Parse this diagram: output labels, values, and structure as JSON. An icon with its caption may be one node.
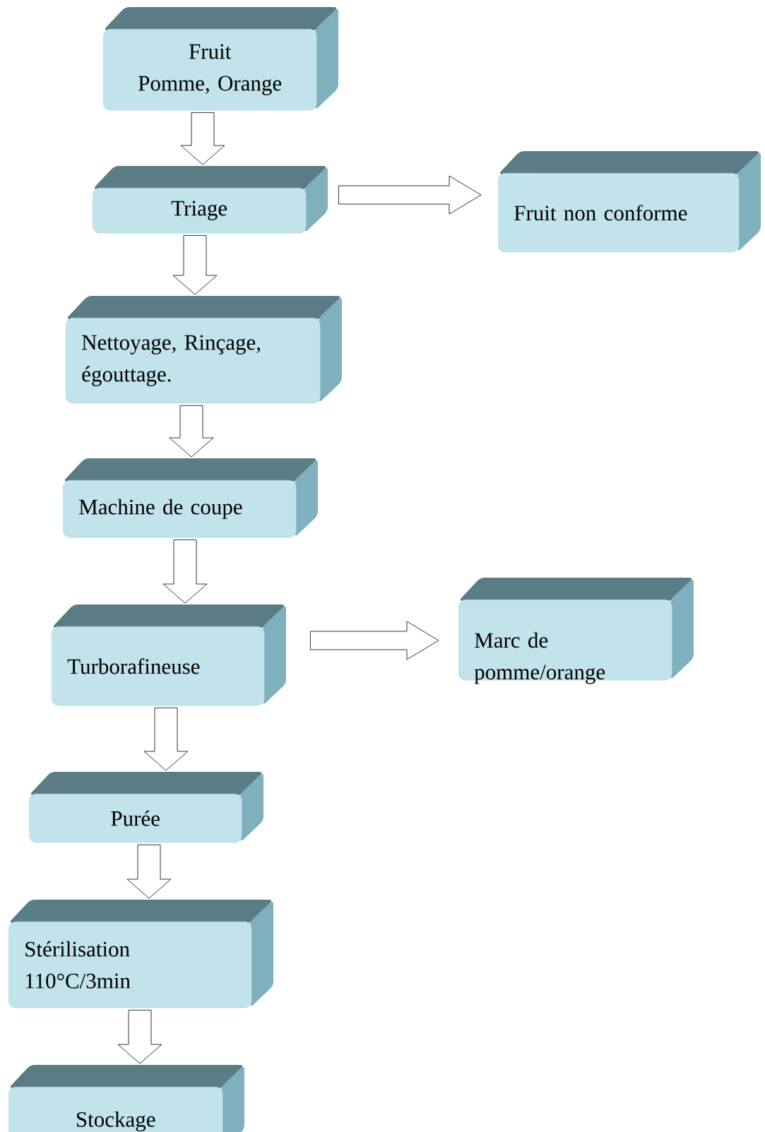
{
  "diagram": {
    "nodes": [
      {
        "text": [
          "Fruit",
          "Pomme, Orange"
        ]
      },
      {
        "text": [
          "Triage"
        ]
      },
      {
        "text": [
          "Fruit non conforme"
        ]
      },
      {
        "text": [
          "Nettoyage, Rinçage, égouttage."
        ]
      },
      {
        "text": [
          "Machine de coupe"
        ]
      },
      {
        "text": [
          "Turborafineuse"
        ]
      },
      {
        "text": [
          "Marc de pomme/orange"
        ]
      },
      {
        "text": [
          "Purée"
        ]
      },
      {
        "text": [
          "Stérilisation",
          "110°C/3min"
        ]
      },
      {
        "text": [
          "Stockage"
        ]
      }
    ],
    "edges": [
      {
        "from": 0,
        "to": 1,
        "arrow": "to"
      },
      {
        "from": 1,
        "to": 2,
        "arrow": "to"
      },
      {
        "from": 1,
        "to": 3,
        "arrow": "to"
      },
      {
        "from": 3,
        "to": 4,
        "arrow": "to"
      },
      {
        "from": 4,
        "to": 5,
        "arrow": "to"
      },
      {
        "from": 5,
        "to": 6,
        "arrow": "to"
      },
      {
        "from": 5,
        "to": 7,
        "arrow": "to"
      },
      {
        "from": 7,
        "to": 8,
        "arrow": "to"
      },
      {
        "from": 8,
        "to": 9,
        "arrow": "to"
      }
    ]
  }
}
